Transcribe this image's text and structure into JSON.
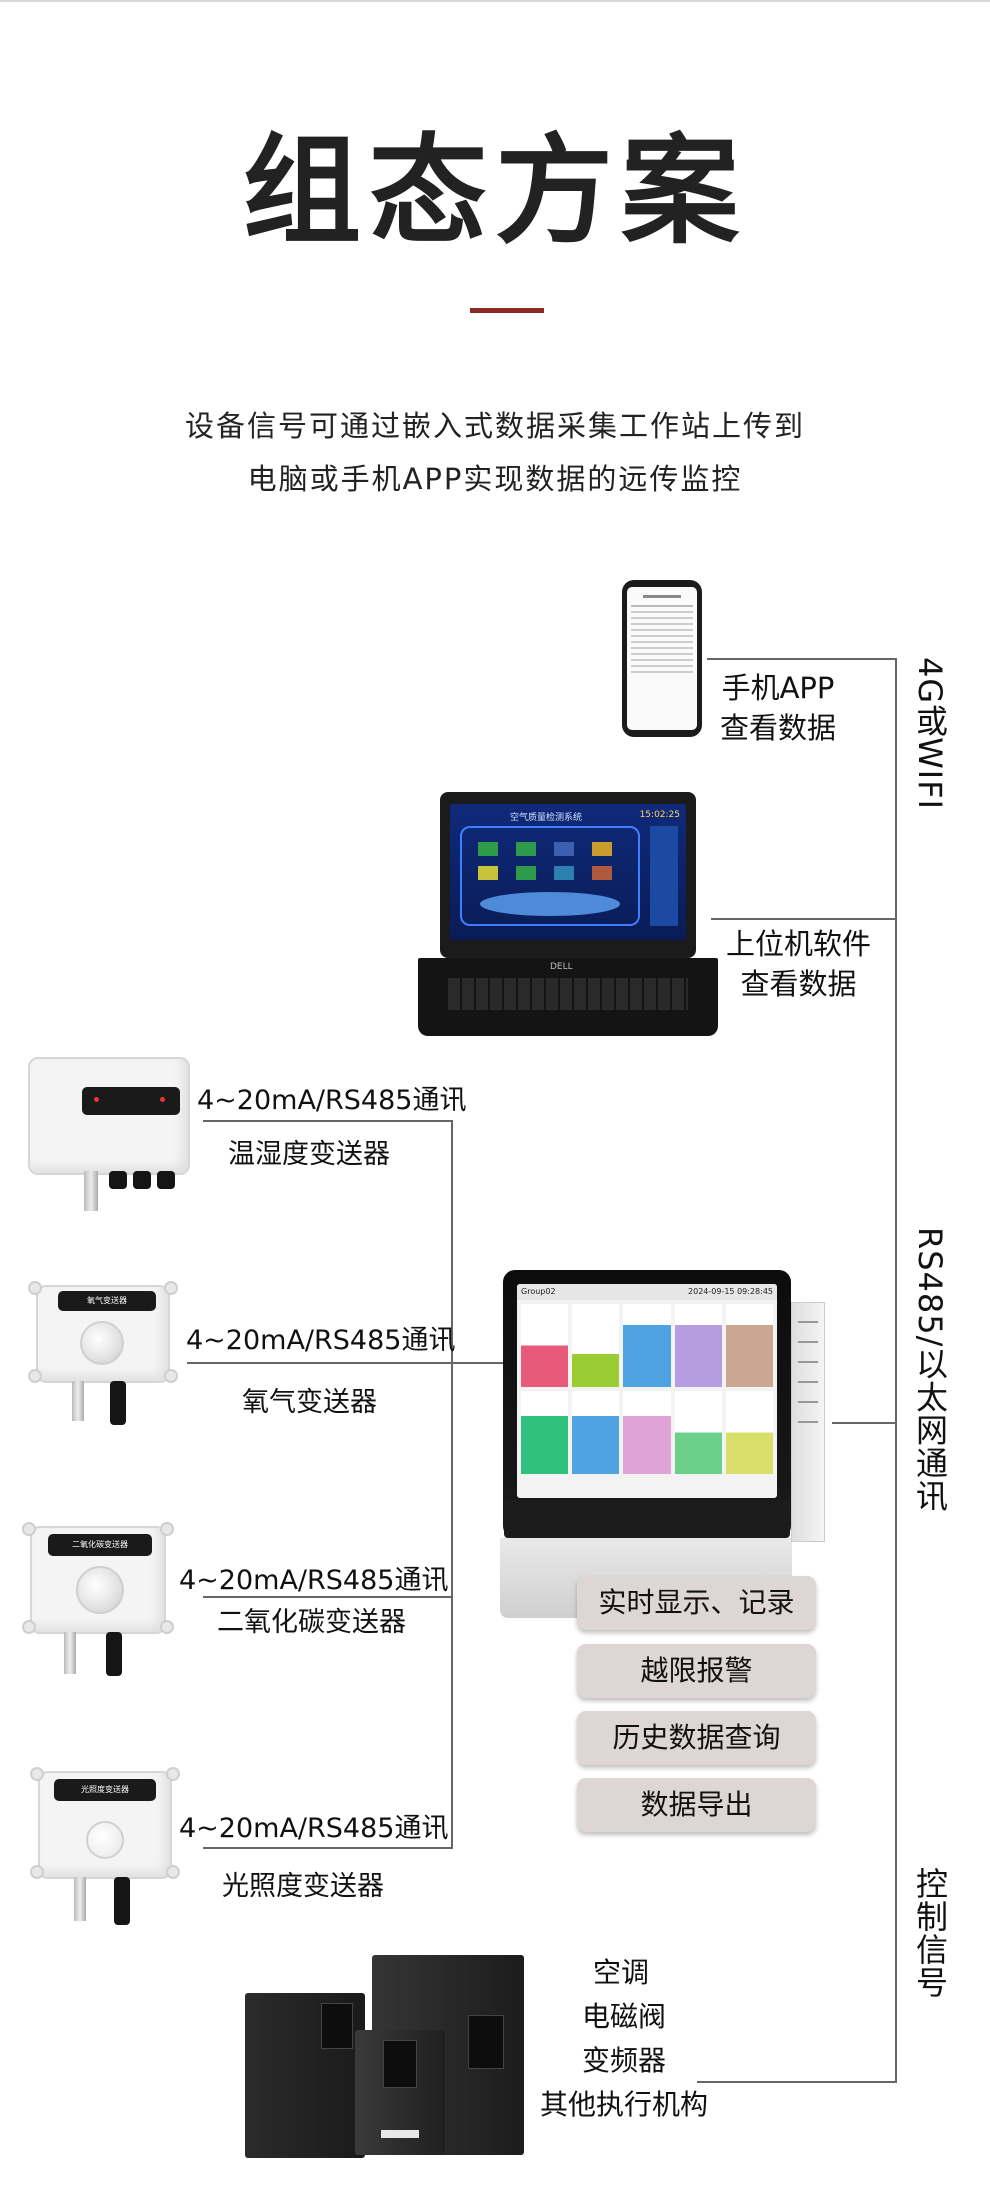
{
  "header": {
    "title": "组态方案",
    "subtitle_line1": "设备信号可通过嵌入式数据采集工作站上传到",
    "subtitle_line2": "电脑或手机APP实现数据的远传监控"
  },
  "top_outputs": {
    "phone_label": [
      "手机APP",
      "查看数据"
    ],
    "pc_label": [
      "上位机软件",
      "查看数据"
    ],
    "link_4g": "4G或WIFI",
    "link_rs485": "RS485/以太网通讯",
    "link_control": "控制信号"
  },
  "transmitters": [
    {
      "signal": "4~20mA/RS485通讯",
      "name": "温湿度变送器"
    },
    {
      "signal": "4~20mA/RS485通讯",
      "name": "氧气变送器",
      "plate_text": "氧气变送器"
    },
    {
      "signal": "4~20mA/RS485通讯",
      "name": "二氧化碳变送器",
      "plate_text": "二氧化碳变送器"
    },
    {
      "signal": "4~20mA/RS485通讯",
      "name": "光照度变送器",
      "plate_text": "光照度变送器"
    }
  ],
  "recorder_features": [
    "实时显示、记录",
    "越限报警",
    "历史数据查询",
    "数据导出"
  ],
  "recorder_screen": {
    "group": "Group02",
    "datetime": "2024-09-15 09:28:45"
  },
  "laptop_screen": {
    "title": "空气质量检测系统",
    "clock": "15:02:25"
  },
  "controls": [
    "空调",
    "电磁阀",
    "变频器",
    "其他执行机构"
  ]
}
